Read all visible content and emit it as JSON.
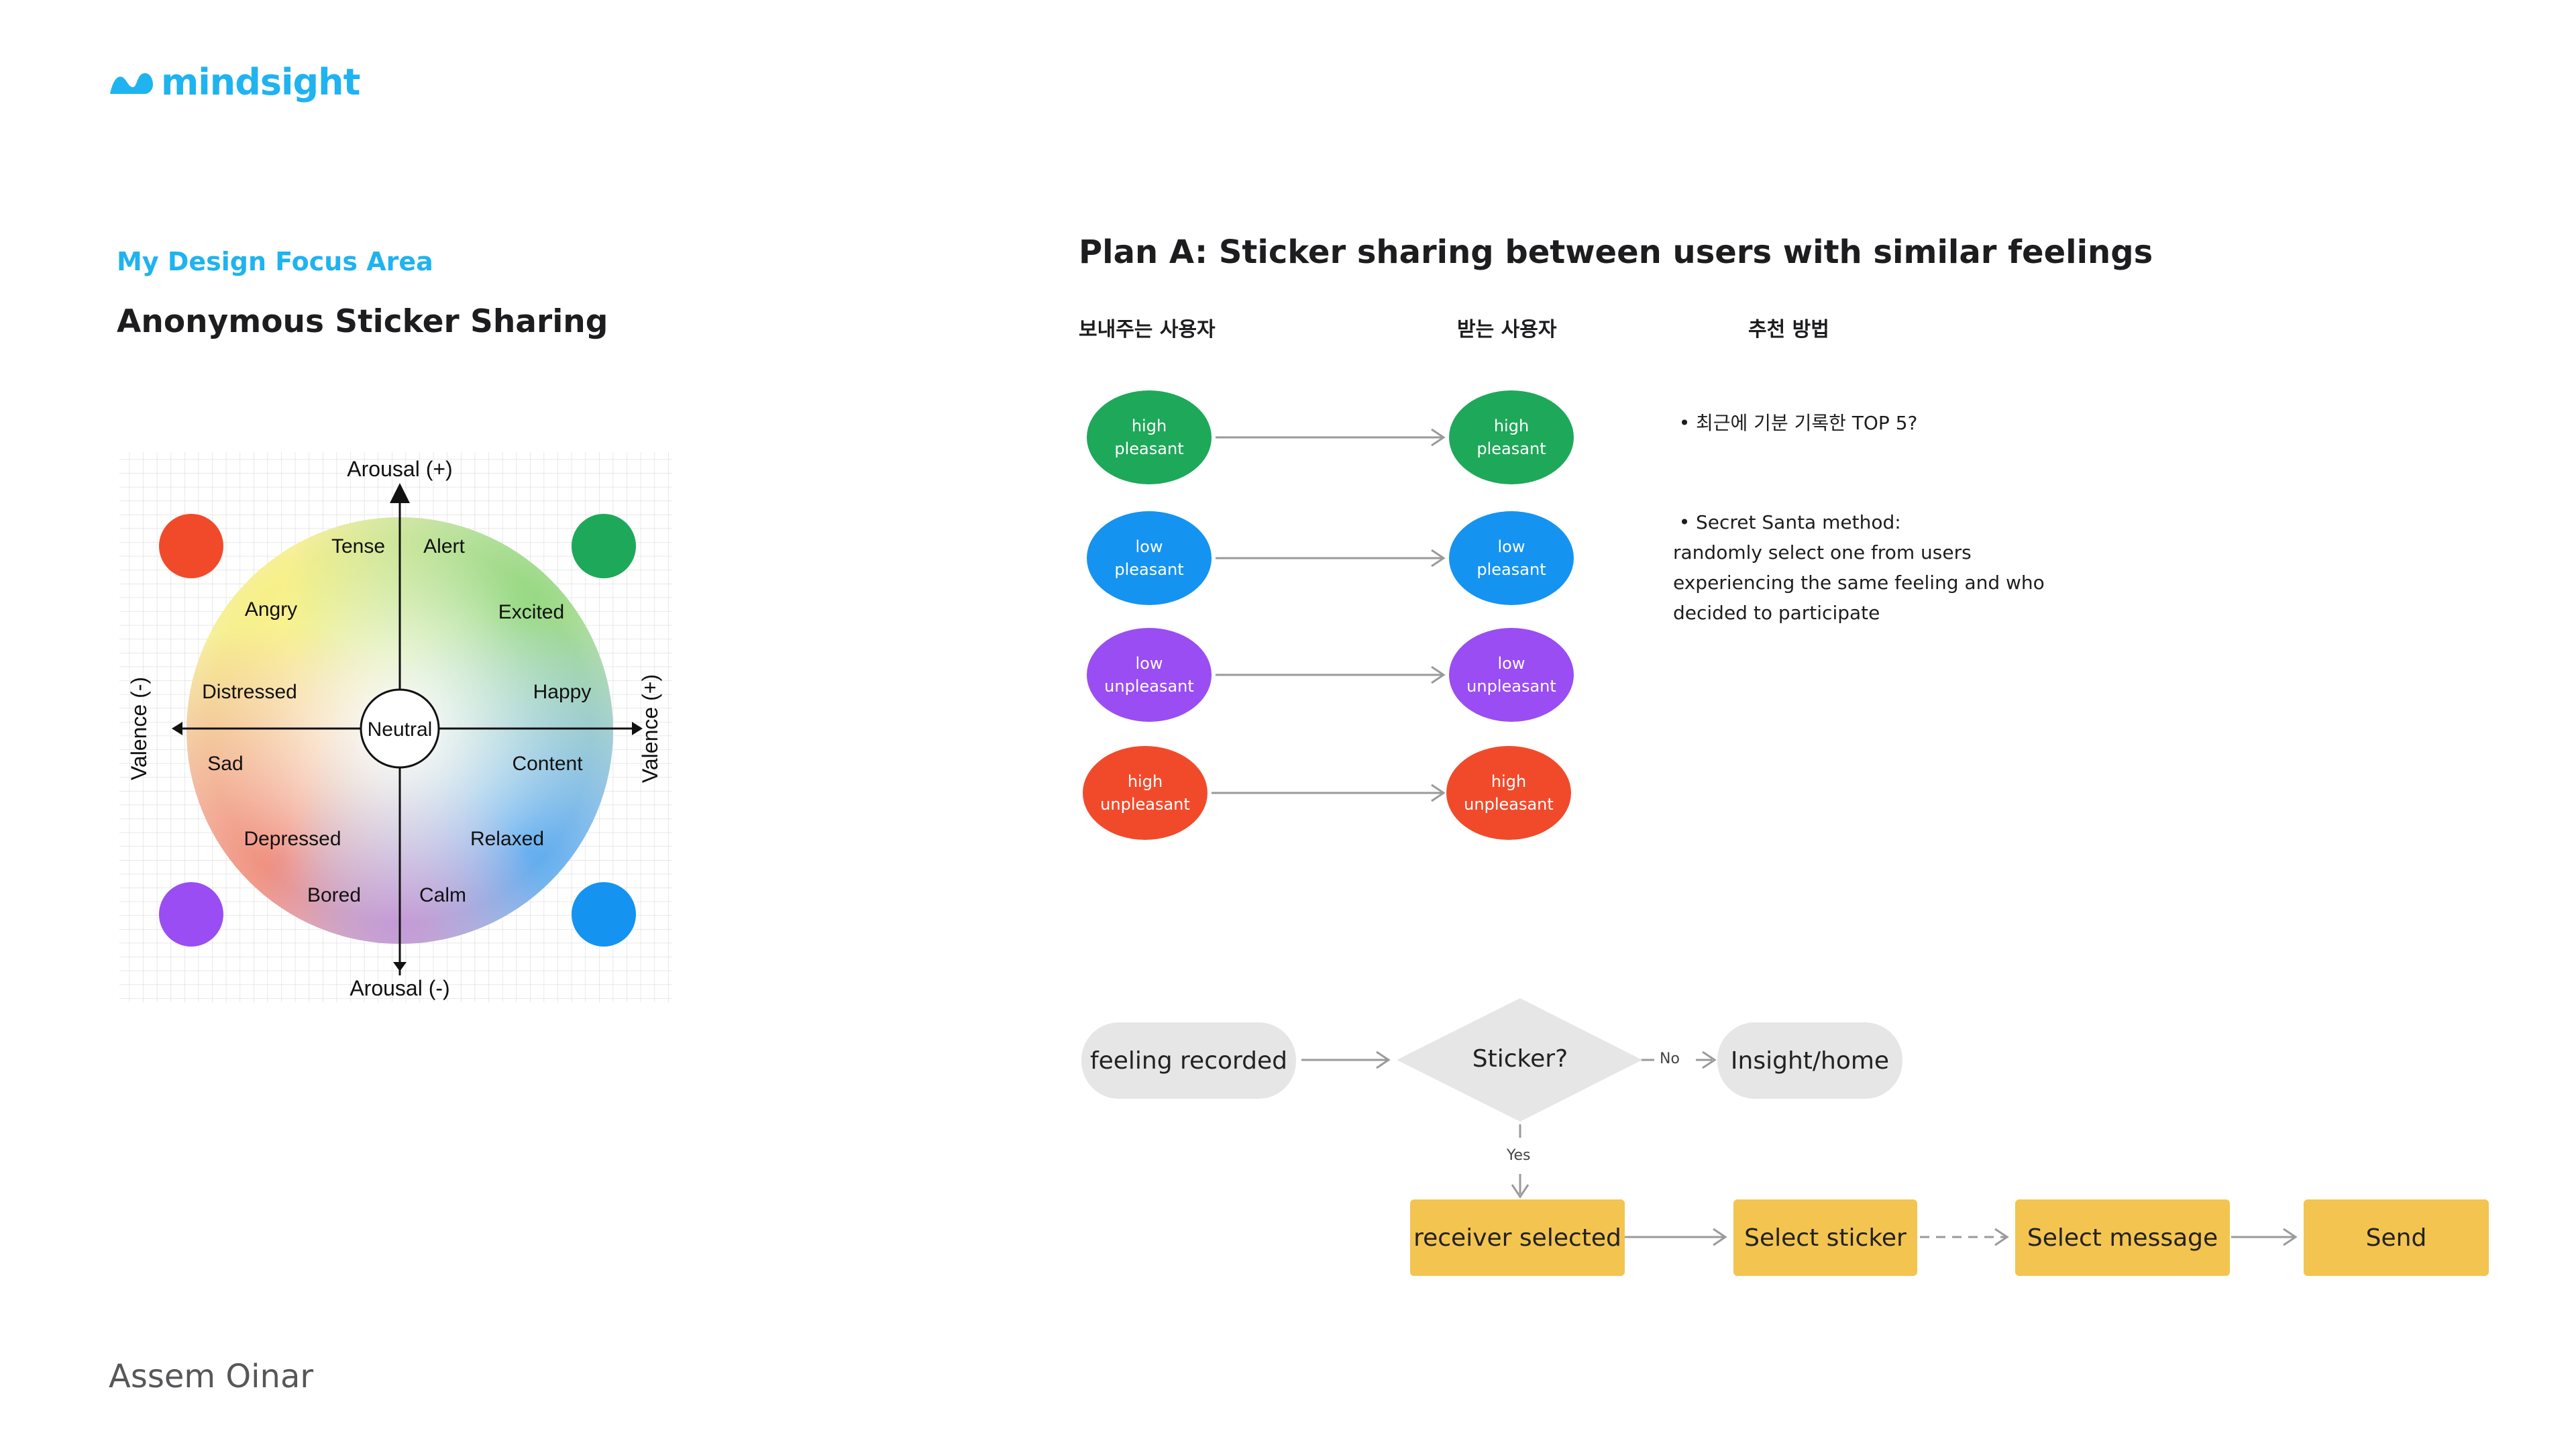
{
  "brand": {
    "logo": "mindsight",
    "accent": "#1fb3f0"
  },
  "focus": {
    "label": "My Design Focus Area",
    "title": "Anonymous Sticker Sharing"
  },
  "author": "Assem Oinar",
  "circumplex": {
    "axes": {
      "top": "Arousal (+)",
      "bottom": "Arousal (-)",
      "left": "Valence (-)",
      "right": "Valence (+)"
    },
    "center": "Neutral",
    "emotions": [
      "Tense",
      "Alert",
      "Angry",
      "Excited",
      "Distressed",
      "Happy",
      "Sad",
      "Content",
      "Depressed",
      "Relaxed",
      "Bored",
      "Calm"
    ],
    "corner_colors": {
      "top_left": "#f14a2b",
      "top_right": "#1ea85a",
      "bottom_left": "#9a4df2",
      "bottom_right": "#1593f0"
    }
  },
  "plan": {
    "title": "Plan A: Sticker sharing between users with similar feelings",
    "columns": {
      "sender": "보내주는 사용자",
      "receiver": "받는 사용자",
      "method": "추천 방법"
    },
    "pairs": [
      {
        "line1": "high",
        "line2": "pleasant",
        "color": "#1ea85a"
      },
      {
        "line1": "low",
        "line2": "pleasant",
        "color": "#1593f0"
      },
      {
        "line1": "low",
        "line2": "unpleasant",
        "color": "#9a4df2"
      },
      {
        "line1": "high",
        "line2": "unpleasant",
        "color": "#f14a2b"
      }
    ],
    "notes": {
      "note1": "최근에 기분 기록한 TOP 5?",
      "note2_title": "Secret Santa method:",
      "note2_lines": [
        "randomly select one from users",
        "experiencing the same feeling and who",
        "decided to participate"
      ]
    }
  },
  "flow": {
    "start": "feeling recorded",
    "decision": "Sticker?",
    "no_label": "No",
    "yes_label": "Yes",
    "no_target": "Insight/home",
    "steps": [
      "receiver selected",
      "Select sticker",
      "Select message",
      "Send"
    ]
  }
}
